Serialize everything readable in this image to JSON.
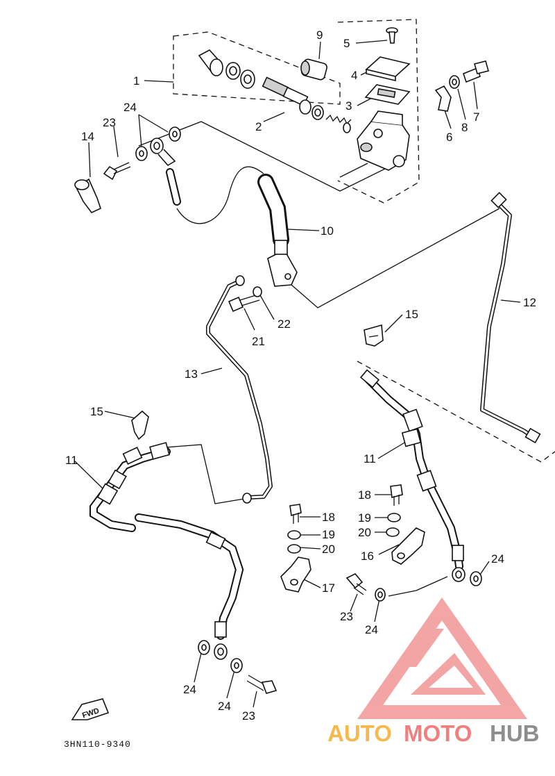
{
  "diagram": {
    "drawing_code": "3HN110-9340",
    "fwd_label": "FWD",
    "callouts": [
      {
        "id": "c1",
        "text": "1"
      },
      {
        "id": "c2",
        "text": "2"
      },
      {
        "id": "c3",
        "text": "3"
      },
      {
        "id": "c4",
        "text": "4"
      },
      {
        "id": "c5",
        "text": "5"
      },
      {
        "id": "c6",
        "text": "6"
      },
      {
        "id": "c7",
        "text": "7"
      },
      {
        "id": "c8",
        "text": "8"
      },
      {
        "id": "c9",
        "text": "9"
      },
      {
        "id": "c10",
        "text": "10"
      },
      {
        "id": "c11a",
        "text": "11"
      },
      {
        "id": "c11b",
        "text": "11"
      },
      {
        "id": "c12",
        "text": "12"
      },
      {
        "id": "c13",
        "text": "13"
      },
      {
        "id": "c14",
        "text": "14"
      },
      {
        "id": "c15a",
        "text": "15"
      },
      {
        "id": "c15b",
        "text": "15"
      },
      {
        "id": "c16",
        "text": "16"
      },
      {
        "id": "c17",
        "text": "17"
      },
      {
        "id": "c18a",
        "text": "18"
      },
      {
        "id": "c18b",
        "text": "18"
      },
      {
        "id": "c19a",
        "text": "19"
      },
      {
        "id": "c19b",
        "text": "19"
      },
      {
        "id": "c20a",
        "text": "20"
      },
      {
        "id": "c20b",
        "text": "20"
      },
      {
        "id": "c21",
        "text": "21"
      },
      {
        "id": "c22",
        "text": "22"
      },
      {
        "id": "c23a",
        "text": "23"
      },
      {
        "id": "c23b",
        "text": "23"
      },
      {
        "id": "c23c",
        "text": "23"
      },
      {
        "id": "c24a",
        "text": "24"
      },
      {
        "id": "c24b",
        "text": "24"
      },
      {
        "id": "c24c",
        "text": "24"
      },
      {
        "id": "c24d",
        "text": "24"
      },
      {
        "id": "c24e",
        "text": "24"
      }
    ]
  },
  "watermark": {
    "text_auto": "AUTO",
    "text_moto": "MOTO",
    "text_hub": "HUB",
    "color_red": "#f08080",
    "color_orange": "#f7b84f",
    "color_gray": "#8e8e8e"
  }
}
